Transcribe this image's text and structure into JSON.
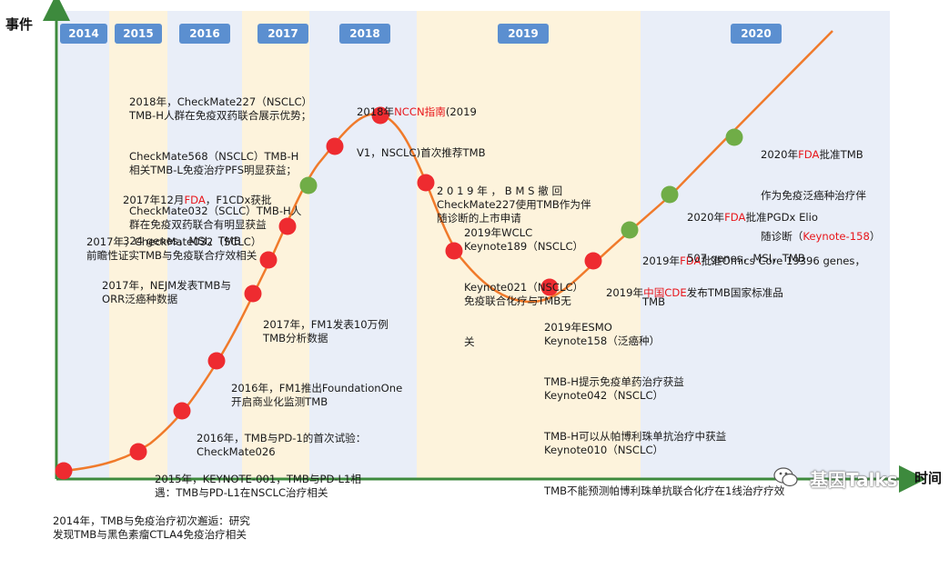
{
  "axes": {
    "y_label": "事件",
    "x_label": "时间"
  },
  "years": [
    "2014",
    "2015",
    "2016",
    "2017",
    "2018",
    "2019",
    "2020"
  ],
  "colors": {
    "curve": "#f07a2b",
    "node_red": "#ee2b30",
    "node_green": "#70ad47",
    "axis": "#3d8a3d",
    "pill": "#5b8fd0",
    "band_blue": "#e9eef8",
    "band_yellow": "#fdf3dc",
    "highlight": "#e8161b"
  },
  "events": [
    {
      "lines": [
        "2014年，TMB与免疫治疗初次邂逅：研究",
        "发现TMB与黑色素瘤CTLA4免疫治疗相关"
      ]
    },
    {
      "lines": [
        "2015年，KEYNOTE-001，TMB与PD-L1相",
        "遇：TMB与PD-L1在NSCLC治疗相关"
      ]
    },
    {
      "lines": [
        "2016年，TMB与PD-1的首次试验：",
        "CheckMate026"
      ]
    },
    {
      "lines": [
        "2016年，FM1推出FoundationOne",
        "开启商业化监测TMB"
      ]
    },
    {
      "lines": [
        "2017年，FM1发表10万例",
        "TMB分析数据"
      ]
    },
    {
      "lines": [
        "2017年，NEJM发表TMB与",
        "ORR泛癌种数据"
      ]
    },
    {
      "lines": [
        "2017年，CheckMate032（SCLC）",
        "前瞻性证实TMB与免疫联合疗效相关"
      ]
    },
    {
      "pre": "2017年12月",
      "hl": "FDA",
      "post": "，F1CDx获批",
      "more": [
        "324 genes，MSI，TMB"
      ]
    },
    {
      "lines": [
        "2018年，CheckMate227（NSCLC）",
        "TMB-H人群在免疫双药联合展示优势；",
        "CheckMate568（NSCLC）TMB-H",
        "相关TMB-L免疫治疗PFS明显获益；",
        "CheckMate032（SCLC）TMB-H人",
        "群在免疫双药联合有明显获益"
      ]
    },
    {
      "pre": "2018年",
      "hl": "NCCN指南",
      "post": "(2019",
      "more": [
        "V1，NSCLC)首次推荐TMB"
      ]
    },
    {
      "lines": [
        "2 0 1 9 年 ， B M S 撤 回",
        "CheckMate227使用TMB作为伴",
        "随诊断的上市申请"
      ]
    },
    {
      "lines": [
        "2019年WCLC",
        "Keynote189（NSCLC）",
        "Keynote021（NSCLC）",
        "免疫联合化疗与TMB无",
        "关"
      ]
    },
    {
      "lines": [
        "2019年ESMO",
        "Keynote158（泛癌种）",
        "TMB-H提示免疫单药治疗获益",
        "Keynote042（NSCLC）",
        "TMB-H可以从帕博利珠单抗治疗中获益",
        "Keynote010（NSCLC）",
        "TMB不能预测帕博利珠单抗联合化疗在1线治疗疗效"
      ]
    },
    {
      "pre": "2019年",
      "hl": "中国CDE",
      "post": "发布TMB国家标准品",
      "more": []
    },
    {
      "pre": "2019年",
      "hl": "FDA",
      "post": "批准Omics Core 19396 genes，",
      "more": [
        "TMB"
      ]
    },
    {
      "pre": "2020年",
      "hl": "FDA",
      "post": "批准PGDx Elio",
      "more": [
        "507 genes，MSI，TMB"
      ]
    },
    {
      "pre": "2020年",
      "hl": "FDA",
      "post": "批准TMB",
      "more": [
        "作为免疫泛癌种治疗伴",
        "随诊断（"
      ],
      "tail_hl": "Keynote-158",
      "tail": "）"
    }
  ],
  "watermark": "基因Talks",
  "watermark_icon": "wechat-icon"
}
